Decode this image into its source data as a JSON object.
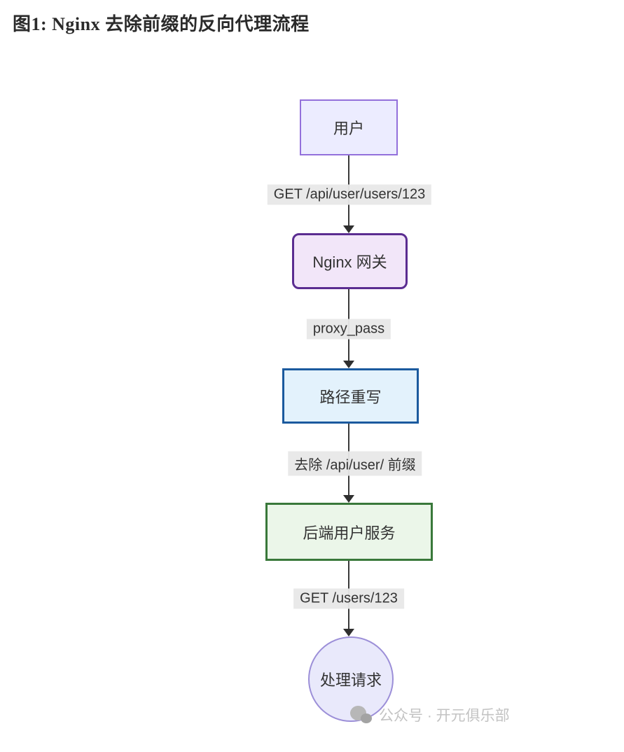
{
  "title": "图1: Nginx 去除前缀的反向代理流程",
  "diagram": {
    "type": "flowchart-top-down",
    "nodes": [
      {
        "id": "user",
        "label": "用户",
        "shape": "rect",
        "fill": "#ECECFF",
        "border": "#9370DB"
      },
      {
        "id": "nginx",
        "label": "Nginx 网关",
        "shape": "rounded-rect",
        "fill": "#F2E6F9",
        "border": "#5B2D91"
      },
      {
        "id": "rewrite",
        "label": "路径重写",
        "shape": "rect",
        "fill": "#E3F2FC",
        "border": "#1B5A9E"
      },
      {
        "id": "backend",
        "label": "后端用户服务",
        "shape": "rect",
        "fill": "#EBF6E9",
        "border": "#39783A"
      },
      {
        "id": "process",
        "label": "处理请求",
        "shape": "circle",
        "fill": "#E9E9FB",
        "border": "#9C8FD8"
      }
    ],
    "edges": [
      {
        "from": "user",
        "to": "nginx",
        "label": "GET /api/user/users/123"
      },
      {
        "from": "nginx",
        "to": "rewrite",
        "label": "proxy_pass"
      },
      {
        "from": "rewrite",
        "to": "backend",
        "label": "去除 /api/user/ 前缀"
      },
      {
        "from": "backend",
        "to": "process",
        "label": "GET /users/123"
      }
    ],
    "edge_label_bg": "#E8E8E8",
    "line_color": "#333333"
  },
  "watermark": {
    "icon": "wechat-icon",
    "text": "公众号 · 开元俱乐部"
  }
}
